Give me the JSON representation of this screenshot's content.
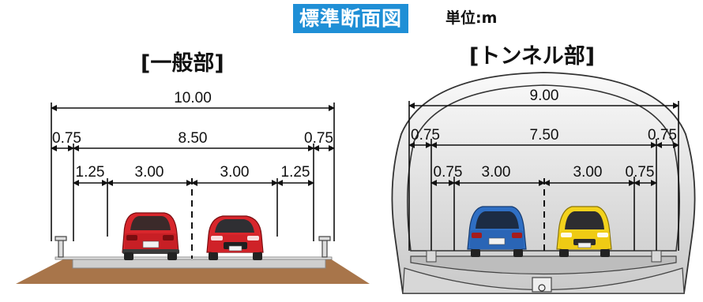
{
  "header": {
    "title": "標準断面図",
    "unit": "単位:m"
  },
  "general_section": {
    "title": "[一般部]",
    "dims": {
      "total": "10.00",
      "shoulder_left": "0.75",
      "inner": "8.50",
      "shoulder_right": "0.75",
      "margin_left": "1.25",
      "lane_left": "3.00",
      "lane_right": "3.00",
      "margin_right": "1.25"
    }
  },
  "tunnel_section": {
    "title": "[トンネル部]",
    "dims": {
      "total": "9.00",
      "side_left": "0.75",
      "inner": "7.50",
      "side_right": "0.75",
      "margin_left": "0.75",
      "lane_left": "3.00",
      "lane_right": "3.00",
      "margin_right": "0.75"
    }
  },
  "colors": {
    "badge": "#1f8fd6",
    "soil": "#a8754a",
    "road": "#cfcfcf",
    "car_red": "#d8262c",
    "car_blue": "#2f6fc4",
    "car_yellow": "#f3d21c"
  }
}
